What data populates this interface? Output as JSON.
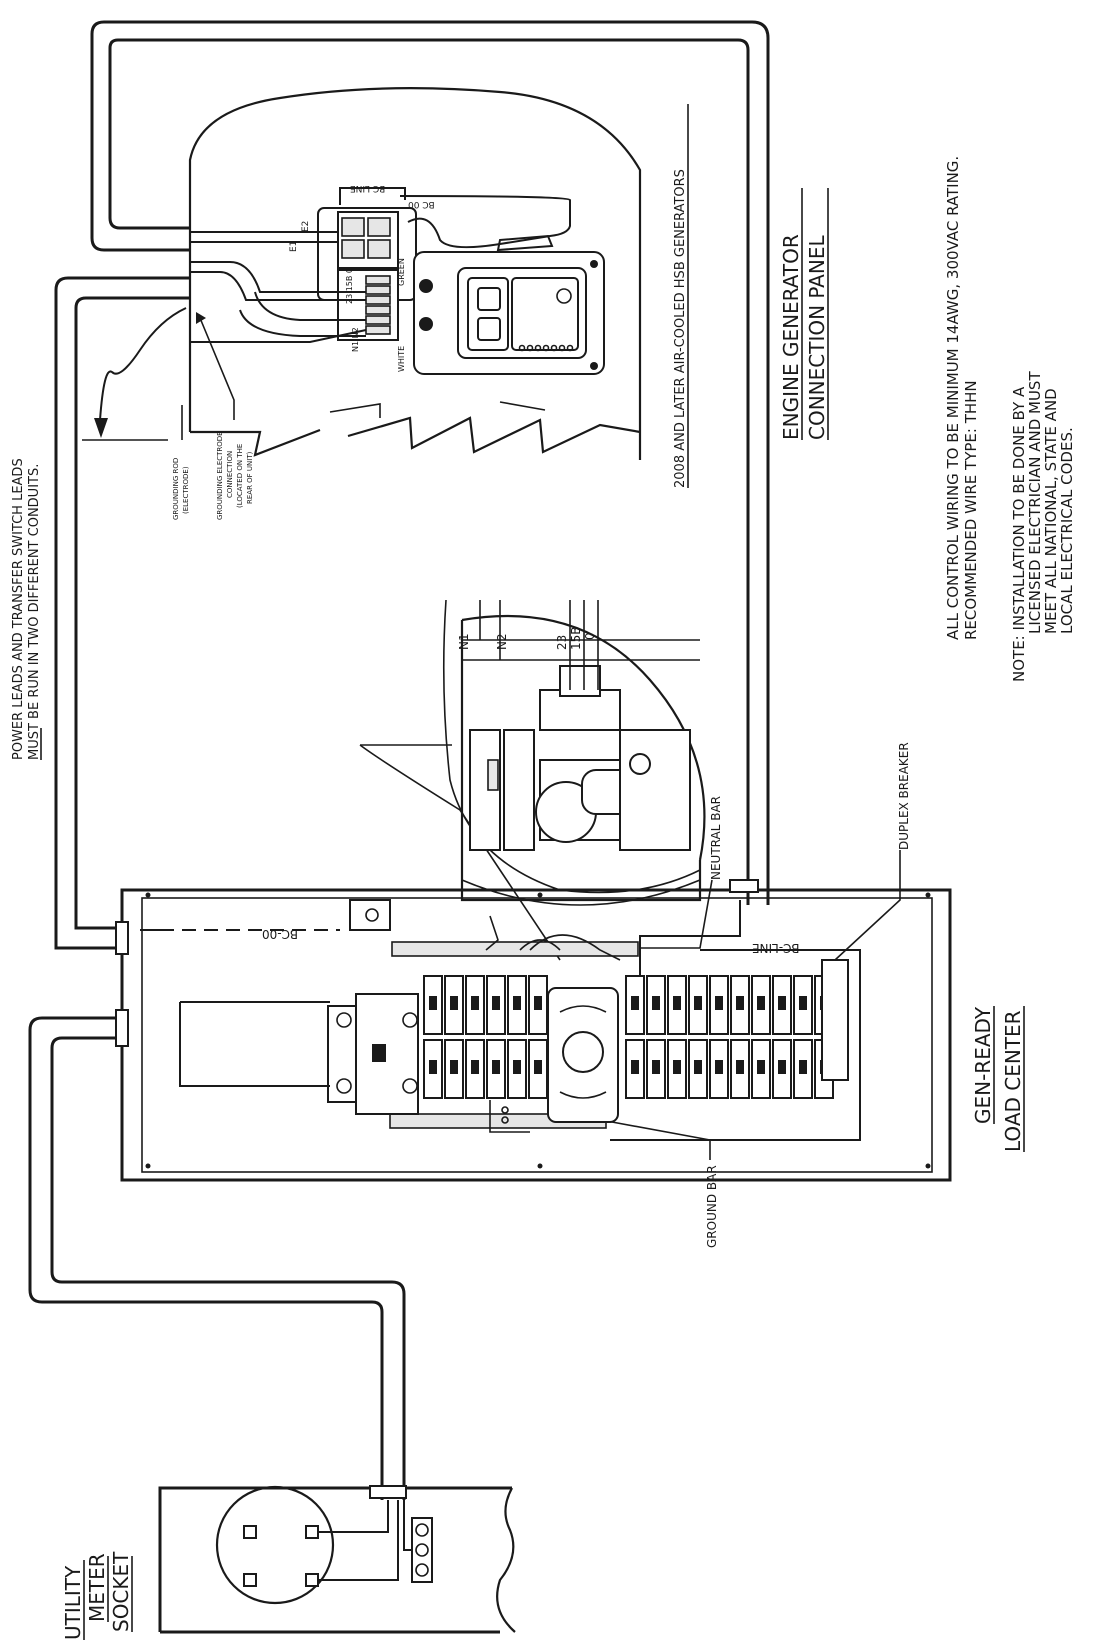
{
  "notes": {
    "power_leads_line1": "POWER LEADS AND TRANSFER SWITCH LEADS",
    "power_leads_line2": "MUST BE RUN IN TWO DIFFERENT CONDUITS.",
    "control_wiring_line1": "ALL CONTROL WIRING TO BE MINIMUM 14AWG, 300VAC RATING.",
    "control_wiring_line2": "RECOMMENDED WIRE TYPE: THHN",
    "install_line1": "NOTE: INSTALLATION TO BE DONE BY A",
    "install_line2": "LICENSED ELECTRICIAN AND MUST",
    "install_line3": "MEET ALL NATIONAL, STATE AND",
    "install_line4": "LOCAL ELECTRICAL CODES."
  },
  "titles": {
    "engine_panel_line1": "ENGINE GENERATOR",
    "engine_panel_line2": "CONNECTION PANEL",
    "load_center_line1": "GEN-READY",
    "load_center_line2": "LOAD CENTER",
    "meter_line1": "UTILITY",
    "meter_line2": "METER",
    "meter_line3": "SOCKET"
  },
  "generator": {
    "model_note": "2008 AND LATER AIR-COOLED HSB GENERATORS",
    "grounding_rod_line1": "GROUNDING ROD",
    "grounding_rod_line2": "(ELECTRODE)",
    "grounding_conn_line1": "GROUNDING ELECTRODE",
    "grounding_conn_line2": "CONNECTION",
    "grounding_conn_line3": "(LOCATED ON THE",
    "grounding_conn_line4": "REAR OF UNIT)",
    "bc_line": "BC LINE",
    "bc_00": "BC 00",
    "e1": "E1",
    "e2": "E2",
    "n1n2": "N1 N2",
    "terms": "23 15B 0",
    "white": "WHITE",
    "green": "GREEN"
  },
  "detail": {
    "n1": "N1",
    "n2": "N2",
    "t23": "23",
    "t15b": "15B",
    "t0": "0"
  },
  "callouts": {
    "neutral_bar": "NEUTRAL BAR",
    "duplex_breaker": "DUPLEX BREAKER",
    "ground_bar": "GROUND BAR",
    "bc_00": "BC-00",
    "bc_line": "BC-LINE"
  }
}
